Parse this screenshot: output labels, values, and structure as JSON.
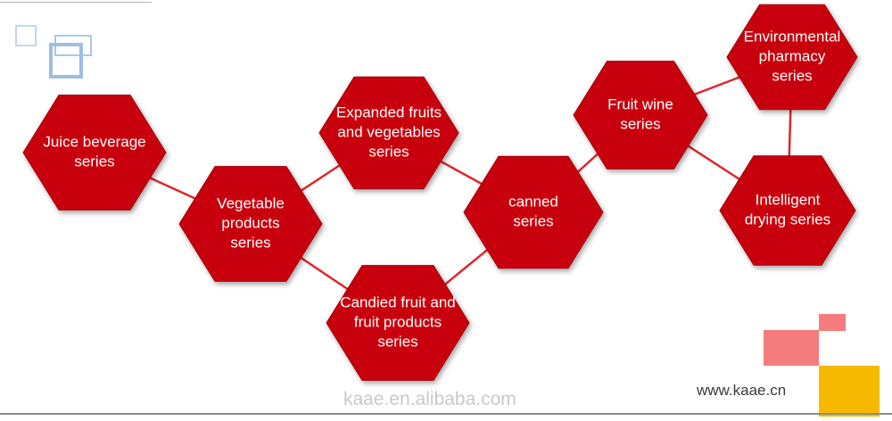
{
  "diagram": {
    "nodes": [
      {
        "id": "juice",
        "lines": [
          "Juice beverage",
          "series"
        ]
      },
      {
        "id": "vegetable",
        "lines": [
          "Vegetable",
          "products",
          "series"
        ]
      },
      {
        "id": "expanded",
        "lines": [
          "Expanded fruits",
          "and vegetables",
          "series"
        ]
      },
      {
        "id": "candied",
        "lines": [
          "Candied fruit and",
          "fruit products",
          "series"
        ]
      },
      {
        "id": "canned",
        "lines": [
          "canned",
          "series"
        ]
      },
      {
        "id": "fruitwine",
        "lines": [
          "Fruit wine",
          "series"
        ]
      },
      {
        "id": "environmental",
        "lines": [
          "Environmental",
          "pharmacy",
          "series"
        ]
      },
      {
        "id": "drying",
        "lines": [
          "Intelligent",
          "drying series"
        ]
      }
    ],
    "edges": [
      [
        "juice",
        "vegetable"
      ],
      [
        "vegetable",
        "expanded"
      ],
      [
        "vegetable",
        "candied"
      ],
      [
        "expanded",
        "canned"
      ],
      [
        "candied",
        "canned"
      ],
      [
        "canned",
        "fruitwine"
      ],
      [
        "fruitwine",
        "environmental"
      ],
      [
        "fruitwine",
        "drying"
      ],
      [
        "environmental",
        "drying"
      ]
    ],
    "colors": {
      "hex_fill": "#c8000a",
      "hex_stroke": "#a30008",
      "connector": "#e0262c",
      "deco_blue": "#aac6e8",
      "deco_pink": "#f47c7c",
      "deco_yellow": "#f7b800"
    }
  },
  "footer": {
    "watermark": "kaae.en.alibaba.com",
    "brand": "www.kaae.cn"
  }
}
